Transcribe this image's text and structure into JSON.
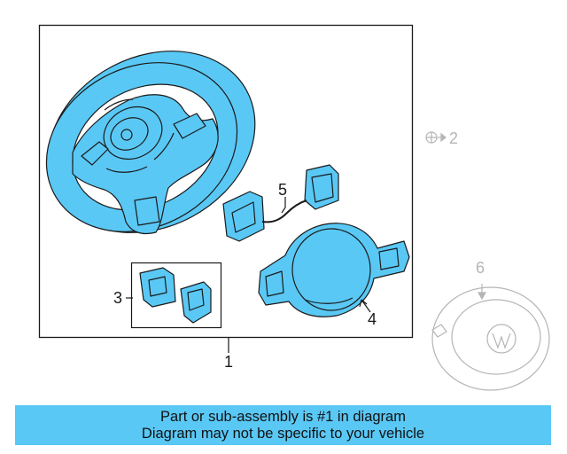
{
  "callouts": {
    "c1": "1",
    "c2": "2",
    "c3": "3",
    "c4": "4",
    "c5": "5",
    "c6": "6"
  },
  "banner": {
    "line1": "Part or sub-assembly is #1 in diagram",
    "line2": "Diagram may not be specific to your vehicle"
  },
  "colors": {
    "part_fill": "#5ac8f5",
    "banner_bg": "#5ac8f5",
    "line": "#1a1a1a",
    "faded": "#b5b5b5"
  }
}
